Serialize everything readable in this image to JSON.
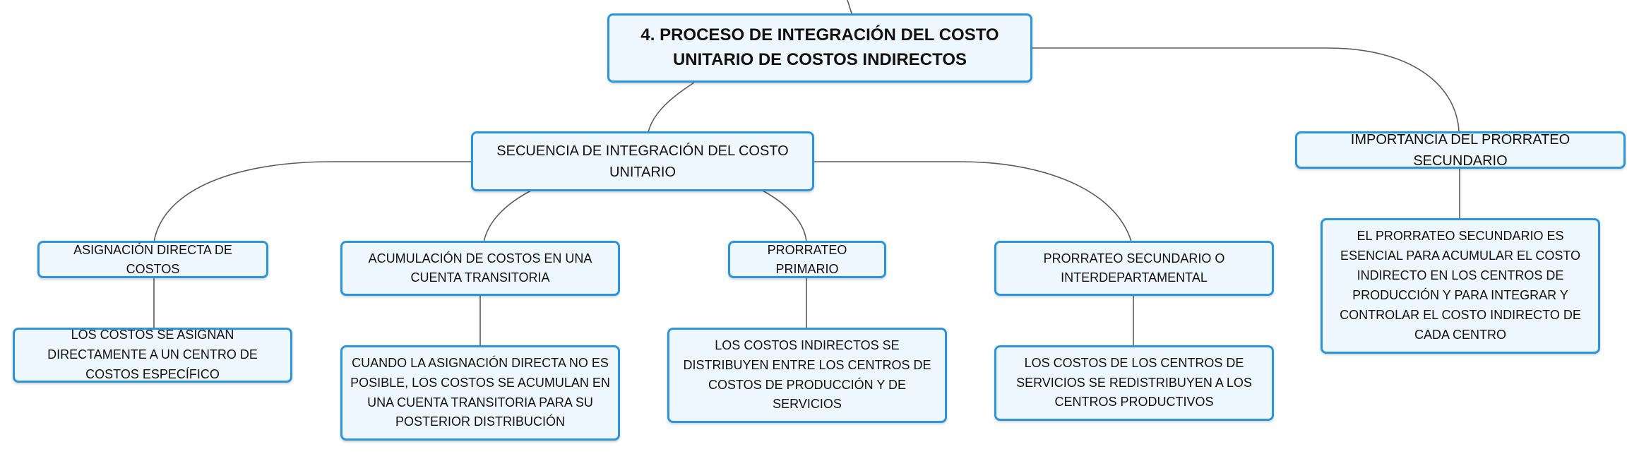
{
  "colors": {
    "node_fill": "#eef7fd",
    "node_border": "#2a95dc",
    "connector": "#5b5b5b",
    "text": "#111111"
  },
  "root": {
    "label_line1": "4. PROCESO DE INTEGRACIÓN DEL COSTO",
    "label_line2": "UNITARIO DE COSTOS INDIRECTOS"
  },
  "secuencia": {
    "label_line1": "SECUENCIA DE INTEGRACIÓN DEL COSTO",
    "label_line2": "UNITARIO"
  },
  "importancia": {
    "label": "IMPORTANCIA DEL PRORRATEO SECUNDARIO",
    "detail": "EL PRORRATEO SECUNDARIO ES ESENCIAL PARA ACUMULAR EL COSTO INDIRECTO EN LOS CENTROS DE PRODUCCIÓN Y PARA INTEGRAR Y CONTROLAR EL COSTO INDIRECTO DE CADA CENTRO"
  },
  "steps": [
    {
      "label": "ASIGNACIÓN DIRECTA DE COSTOS",
      "detail": "LOS COSTOS SE ASIGNAN DIRECTAMENTE A UN CENTRO DE COSTOS ESPECÍFICO"
    },
    {
      "label": "ACUMULACIÓN DE COSTOS EN UNA CUENTA TRANSITORIA",
      "detail": "CUANDO LA ASIGNACIÓN DIRECTA NO ES POSIBLE, LOS COSTOS SE ACUMULAN EN UNA CUENTA TRANSITORIA PARA SU POSTERIOR DISTRIBUCIÓN"
    },
    {
      "label": "PRORRATEO PRIMARIO",
      "detail": "LOS COSTOS INDIRECTOS SE DISTRIBUYEN ENTRE LOS CENTROS DE COSTOS DE PRODUCCIÓN Y DE SERVICIOS"
    },
    {
      "label": "PRORRATEO SECUNDARIO O INTERDEPARTAMENTAL",
      "detail": "LOS COSTOS DE LOS CENTROS DE SERVICIOS SE REDISTRIBUYEN A LOS CENTROS PRODUCTIVOS"
    }
  ]
}
